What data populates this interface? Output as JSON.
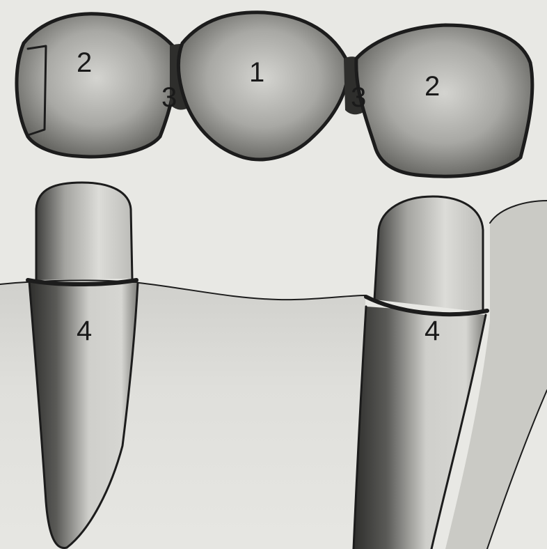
{
  "labels": {
    "pontic": "1",
    "retainer_left": "2",
    "retainer_right": "2",
    "connector_left": "3",
    "connector_right": "3",
    "abutment_left": "4",
    "abutment_right": "4"
  },
  "colors": {
    "paper": "#e8e8e4",
    "ink": "#1c1c1c",
    "shade_dark": "#4a4a48",
    "shade_mid": "#8a8a86",
    "shade_light": "#cfcfcb"
  }
}
